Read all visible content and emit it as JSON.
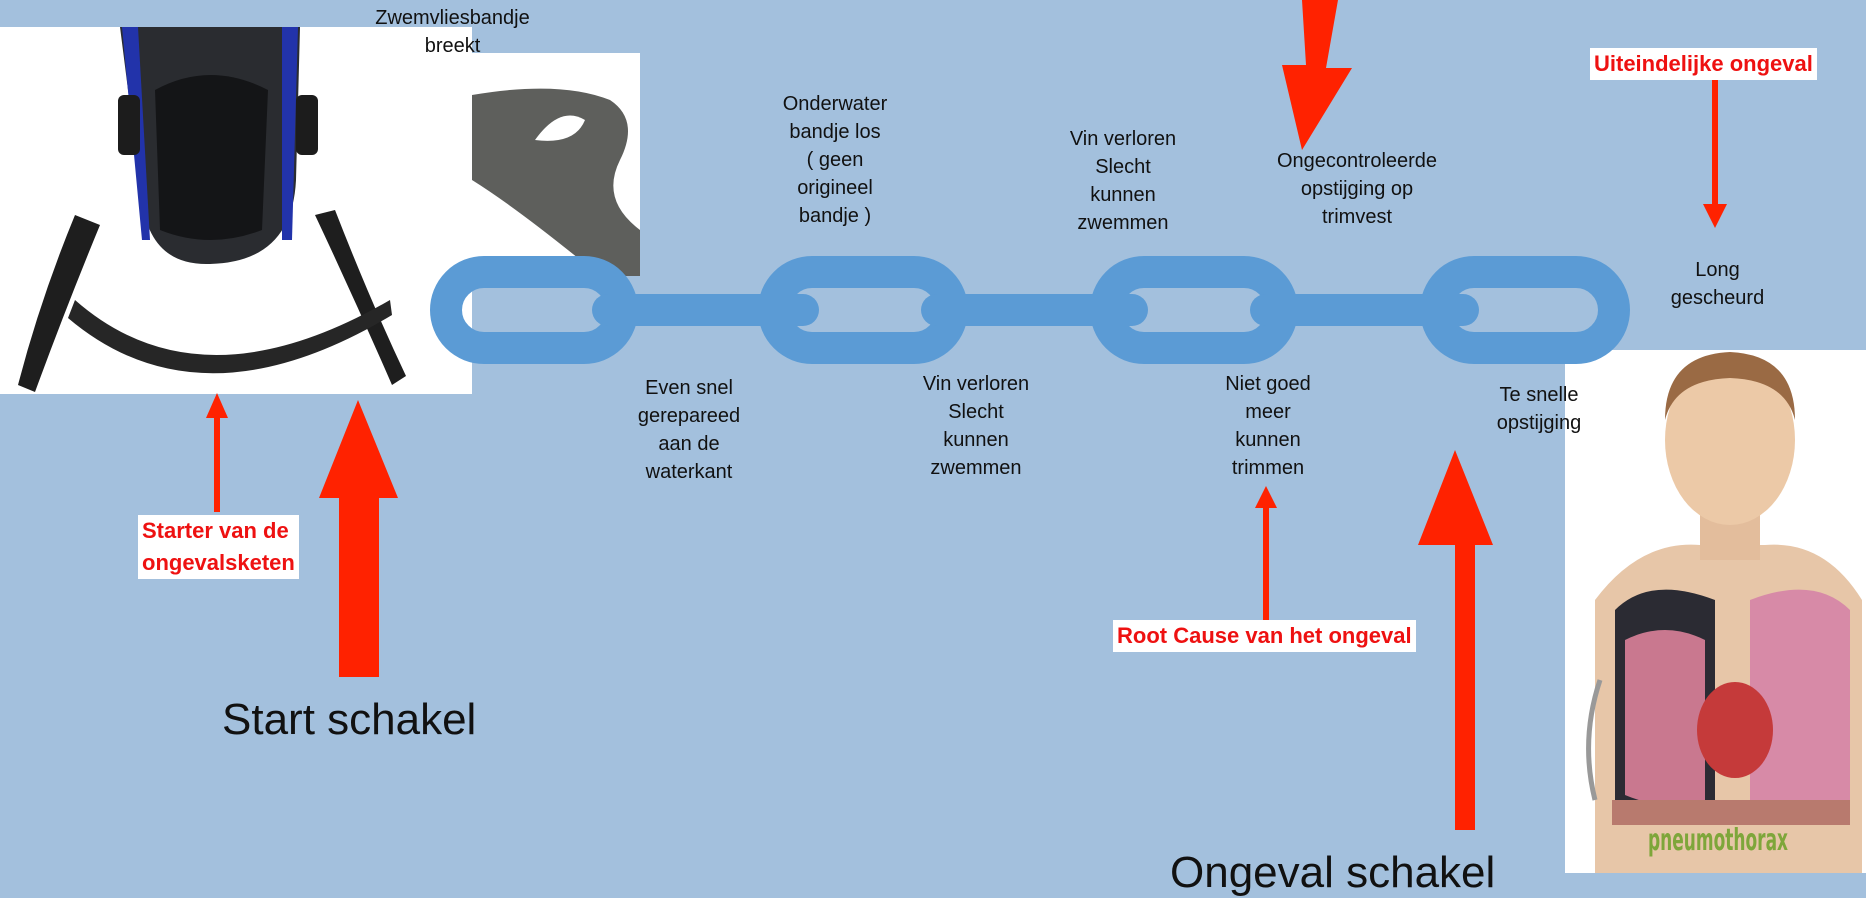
{
  "colors": {
    "background": "#a3c0dd",
    "chain": "#5b9bd5",
    "arrow": "#ff2200",
    "note_text": "#ee1111"
  },
  "labels": {
    "strap_breaks": "Zwemvliesbandje\nbreekt",
    "repaired": "Even snel\ngerepareed\naan de\nwaterkant",
    "underwater_loose": "Onderwater\nbandje los\n( geen\norigineel\nbandje )",
    "fin_lost_1": "Vin verloren\nSlecht\nkunnen\nzwemmen",
    "fin_lost_2": "Vin verloren\nSlecht\nkunnen\nzwemmen",
    "cannot_trim": "Niet goed\nmeer\nkunnen\ntrimmen",
    "uncontrolled_ascent": "Ongecontroleerde\nopstijging op\ntrimvest",
    "fast_ascent": "Te snelle\nopstijging",
    "lung_torn": "Long\ngescheurd"
  },
  "notes": {
    "starter": "Starter van de\nongevalsketen",
    "root_cause": "Root Cause van het ongeval",
    "final_accident": "Uiteindelijke ongeval"
  },
  "headings": {
    "start_link": "Start schakel",
    "accident_link": "Ongeval schakel"
  },
  "images": {
    "pneumothorax_caption": "pneumothorax"
  }
}
